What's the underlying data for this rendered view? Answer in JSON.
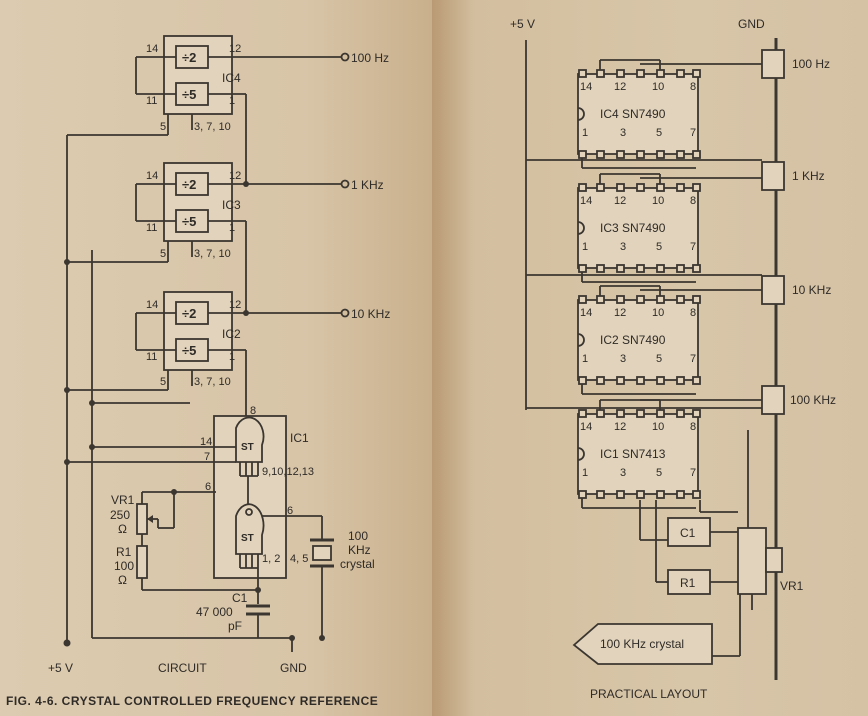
{
  "left": {
    "supply_label": "+5 V",
    "gnd_label": "GND",
    "circuit_label": "CIRCUIT",
    "figure_caption": "FIG. 4-6. CRYSTAL CONTROLLED FREQUENCY REFERENCE",
    "chips": [
      {
        "name": "IC4",
        "div2": "÷2",
        "div5": "÷5",
        "pin14": "14",
        "pin12": "12",
        "pin11": "11",
        "pin1": "1",
        "pin5": "5",
        "gnd_pins": "3, 7, 10",
        "output": "100 Hz"
      },
      {
        "name": "IC3",
        "div2": "÷2",
        "div5": "÷5",
        "pin14": "14",
        "pin12": "12",
        "pin11": "11",
        "pin1": "1",
        "pin5": "5",
        "gnd_pins": "3, 7, 10",
        "output": "1 KHz"
      },
      {
        "name": "IC2",
        "div2": "÷2",
        "div5": "÷5",
        "pin14": "14",
        "pin12": "12",
        "pin11": "11",
        "pin1": "1",
        "pin5": "5",
        "gnd_pins": "3, 7, 10",
        "output": "10 KHz"
      }
    ],
    "ic1": {
      "name": "IC1",
      "gate": "ST",
      "pin8": "8",
      "pin14": "14",
      "pin7": "7",
      "pin6a": "6",
      "pin6b": "6",
      "pins_a": "9,10,12,13",
      "pins_b": "1, 2",
      "pins_c": "4, 5"
    },
    "vr1": {
      "name": "VR1",
      "value": "250",
      "unit": "Ω"
    },
    "r1": {
      "name": "R1",
      "value": "100",
      "unit": "Ω"
    },
    "c1": {
      "name": "C1",
      "value": "47 000",
      "unit": "pF"
    },
    "crystal": {
      "line1": "100",
      "line2": "KHz",
      "line3": "crystal"
    }
  },
  "right": {
    "supply_label": "+5 V",
    "gnd_label": "GND",
    "layout_label": "PRACTICAL LAYOUT",
    "chips": [
      {
        "name": "IC4  SN7490",
        "p14": "14",
        "p12": "12",
        "p10": "10",
        "p8": "8",
        "p1": "1",
        "p3": "3",
        "p5": "5",
        "p7": "7"
      },
      {
        "name": "IC3  SN7490",
        "p14": "14",
        "p12": "12",
        "p10": "10",
        "p8": "8",
        "p1": "1",
        "p3": "3",
        "p5": "5",
        "p7": "7"
      },
      {
        "name": "IC2  SN7490",
        "p14": "14",
        "p12": "12",
        "p10": "10",
        "p8": "8",
        "p1": "1",
        "p3": "3",
        "p5": "5",
        "p7": "7"
      },
      {
        "name": "IC1  SN7413",
        "p14": "14",
        "p12": "12",
        "p10": "10",
        "p8": "8",
        "p1": "1",
        "p3": "3",
        "p5": "5",
        "p7": "7"
      }
    ],
    "outputs": [
      "100 Hz",
      "1 KHz",
      "10 KHz",
      "100 KHz"
    ],
    "c1_label": "C1",
    "r1_label": "R1",
    "vr1_label": "VR1",
    "crystal_label": "100 KHz crystal"
  }
}
